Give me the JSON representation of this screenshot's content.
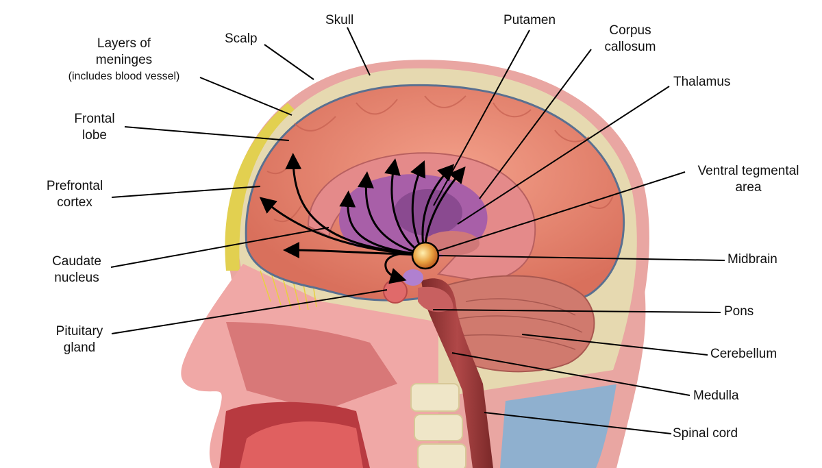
{
  "labels": {
    "skull": "Skull",
    "scalp": "Scalp",
    "meninges_1": "Layers of",
    "meninges_2": "meninges",
    "meninges_3": "(includes blood vessel)",
    "frontal_1": "Frontal",
    "frontal_2": "lobe",
    "prefrontal_1": "Prefrontal",
    "prefrontal_2": "cortex",
    "caudate_1": "Caudate",
    "caudate_2": "nucleus",
    "pituitary_1": "Pituitary",
    "pituitary_2": "gland",
    "putamen": "Putamen",
    "corpus_1": "Corpus",
    "corpus_2": "callosum",
    "thalamus": "Thalamus",
    "vta_1": "Ventral tegmental",
    "vta_2": "area",
    "midbrain": "Midbrain",
    "pons": "Pons",
    "cerebellum": "Cerebellum",
    "medulla": "Medulla",
    "spinal_cord": "Spinal cord"
  },
  "colors": {
    "skin": "#e8a3a0",
    "skull": "#e6d9b0",
    "cortex": "#e6806a",
    "limbic": "#a85fa8",
    "vta": "#f0b050",
    "spine": "#9a3a3a",
    "bone": "#efe6c8",
    "csf": "#8fb0cf"
  }
}
